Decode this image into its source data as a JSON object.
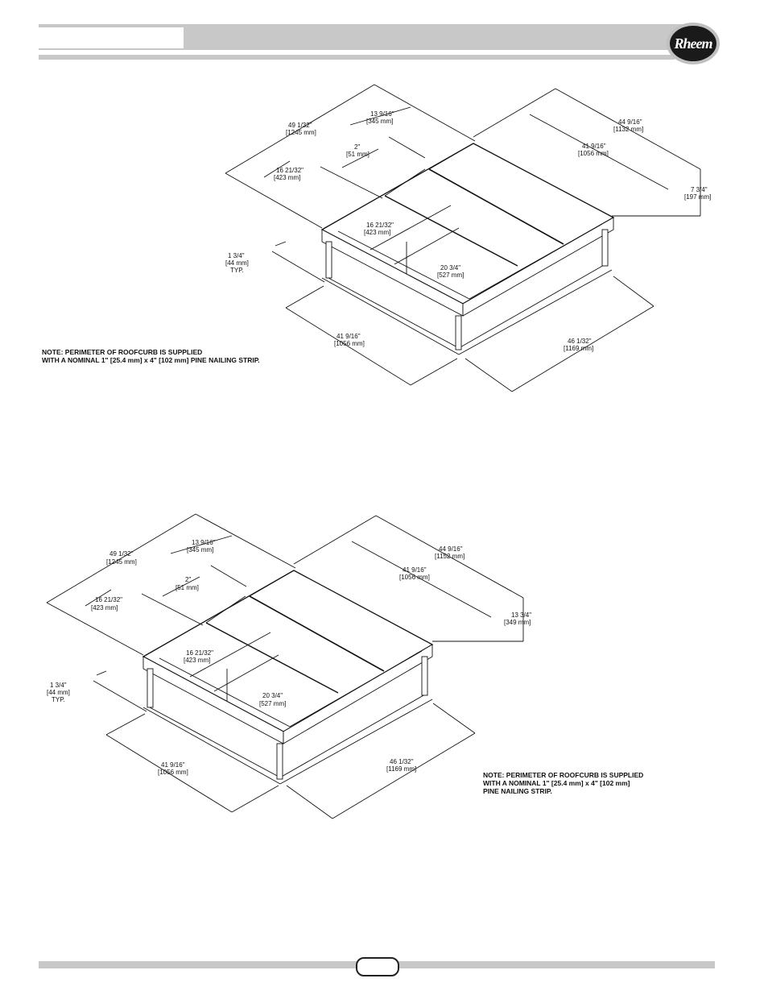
{
  "header": {
    "logo_text": "Rheem"
  },
  "diagram1": {
    "dims": {
      "overall_length": "49 1/32\"",
      "overall_length_mm": "[1245 mm]",
      "section_a": "13 9/16\"",
      "section_a_mm": "[345 mm]",
      "gap": "2\"",
      "gap_mm": "[51 mm]",
      "side_a": "16 21/32\"",
      "side_a_mm": "[423 mm]",
      "inner_a": "16 21/32\"",
      "inner_a_mm": "[423 mm]",
      "inner_b": "20 3/4\"",
      "inner_b_mm": "[527 mm]",
      "width_top": "44 9/16\"",
      "width_top_mm": "[1132 mm]",
      "inner_width": "41 9/16\"",
      "inner_width_mm": "[1056 mm]",
      "height": "7 3/4\"",
      "height_mm": "[197 mm]",
      "flange": "1 3/4\"",
      "flange_mm": "[44 mm]",
      "flange_typ": "TYP.",
      "base_front": "41 9/16\"",
      "base_front_mm": "[1056 mm]",
      "base_side": "46 1/32\"",
      "base_side_mm": "[1169 mm]"
    },
    "note_line1": "NOTE: PERIMETER OF ROOFCURB IS SUPPLIED",
    "note_line2": "WITH A NOMINAL 1\" [25.4 mm] x 4\" [102 mm] PINE NAILING STRIP."
  },
  "diagram2": {
    "dims": {
      "overall_length": "49 1/32\"",
      "overall_length_mm": "[1245 mm]",
      "section_a": "13 9/16\"",
      "section_a_mm": "[345 mm]",
      "gap": "2\"",
      "gap_mm": "[51 mm]",
      "side_a": "16 21/32\"",
      "side_a_mm": "[423 mm]",
      "inner_a": "16 21/32\"",
      "inner_a_mm": "[423 mm]",
      "inner_b": "20 3/4\"",
      "inner_b_mm": "[527 mm]",
      "width_top": "44 9/16\"",
      "width_top_mm": "[1152 mm]",
      "inner_width": "41 9/16\"",
      "inner_width_mm": "[1056 mm]",
      "height": "13 3/4\"",
      "height_mm": "[349 mm]",
      "flange": "1 3/4\"",
      "flange_mm": "[44 mm]",
      "flange_typ": "TYP.",
      "base_front": "41 9/16\"",
      "base_front_mm": "[1056 mm]",
      "base_side": "46 1/32\"",
      "base_side_mm": "[1169 mm]"
    },
    "note_line1": "NOTE: PERIMETER OF ROOFCURB IS SUPPLIED",
    "note_line2": "WITH A NOMINAL 1\" [25.4 mm] x 4\" [102 mm]",
    "note_line3": "PINE NAILING STRIP."
  }
}
